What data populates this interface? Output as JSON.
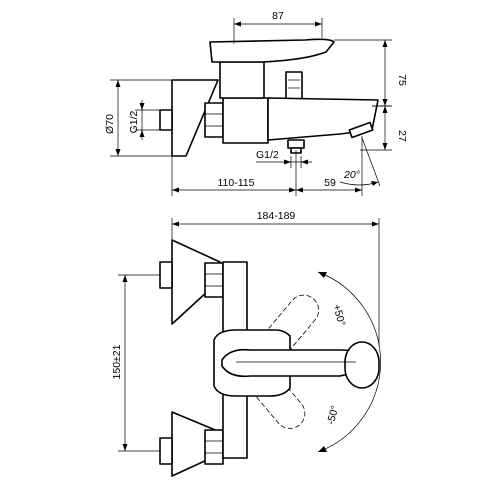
{
  "dimensions": {
    "top_width": "87",
    "lever_height": "75",
    "spout_drop": "27",
    "flange_diameter": "Ø70",
    "inlet_thread": "G1/2",
    "outlet_thread": "G1/2",
    "wall_to_body": "110-115",
    "spout_reach": "59",
    "spout_angle": "20°",
    "overall_width": "184-189",
    "inlet_spacing": "150±21",
    "lever_up_angle": "+50°",
    "lever_down_angle": "-50°"
  }
}
